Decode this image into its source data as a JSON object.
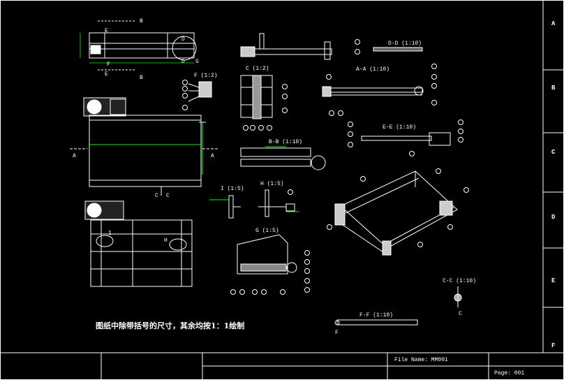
{
  "note": "图纸中除带括号的尺寸，其余均按1：1绘制",
  "file_name_label": "File Name: MM001",
  "page_label": "Page: 001",
  "zones": [
    "A",
    "B",
    "C",
    "D",
    "E",
    "F"
  ],
  "views": {
    "d_d": "D-D (1:10)",
    "a_a": "A-A (1:10)",
    "c_detail": "C (1:2)",
    "f_detail": "F (1:2)",
    "e_e": "E-E (1:10)",
    "b_b": "B-B (1:10)",
    "i_detail": "I (1:5)",
    "h_detail": "H (1:5)",
    "g_detail": "G (1:5)",
    "c_c": "C-C (1:10)",
    "f_f": "F-F (1:10)"
  },
  "section_marks": {
    "b": "B",
    "e": "E",
    "f": "F",
    "a": "A",
    "c": "C",
    "d": "D",
    "g": "G",
    "i": "I",
    "h": "H"
  },
  "colors": {
    "background": "#000000",
    "lines": "#ffffff",
    "dimensions": "#00ff00"
  }
}
